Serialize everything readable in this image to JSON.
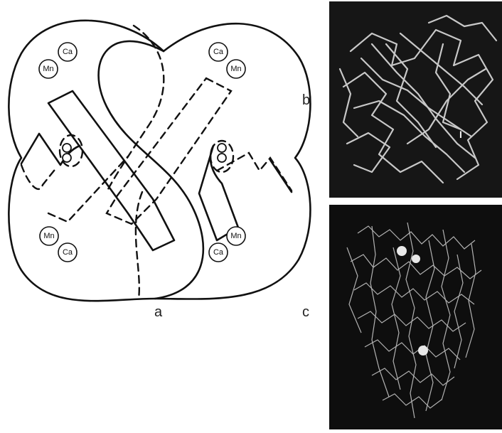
{
  "labels": {
    "a": "a",
    "b": "b",
    "c": "c"
  },
  "ions": {
    "ca": "Ca",
    "mn": "Mn"
  },
  "panel_b": {
    "marker": "I"
  }
}
